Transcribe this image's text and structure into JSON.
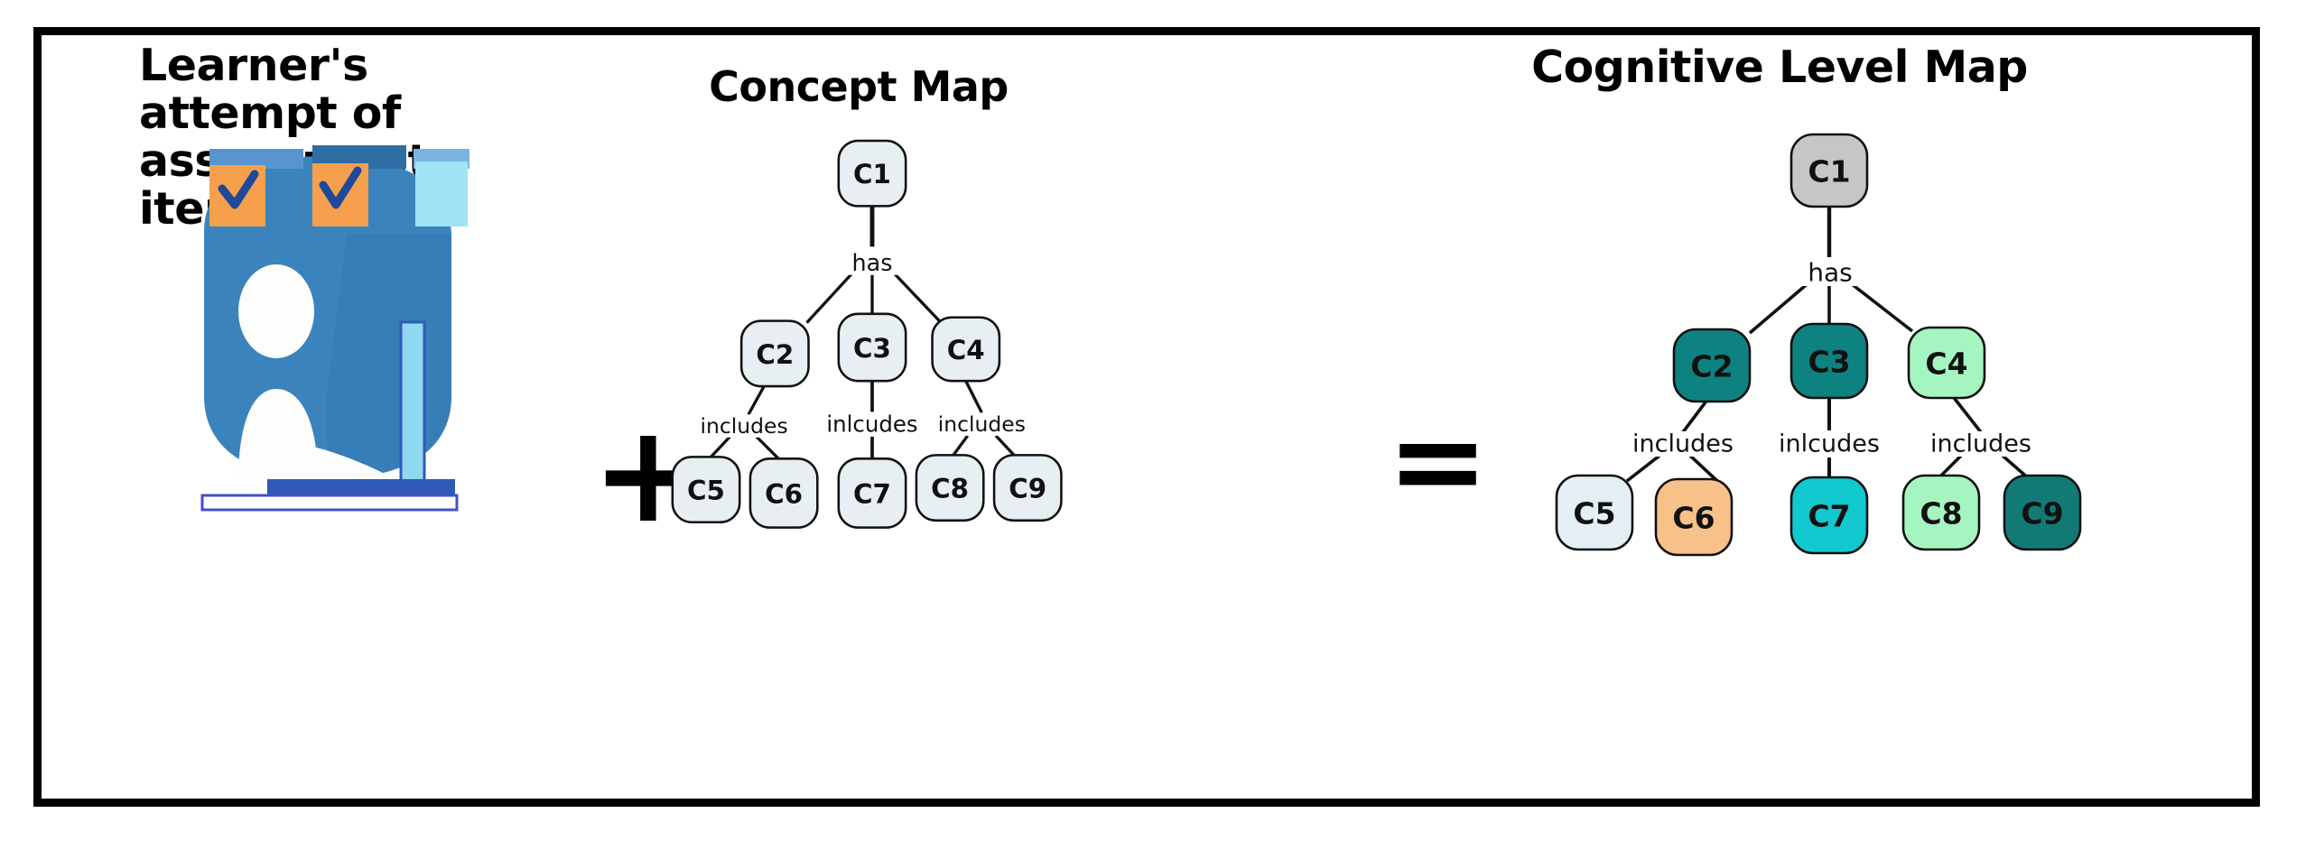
{
  "figure": {
    "panels": {
      "learner": {
        "title": "Learner's attempt of assessment items",
        "title_line1": "Learner's attempt of",
        "title_line2": "assessment items",
        "illustration": {
          "name": "learner-at-desk-illustration",
          "description": "Person seated at a desk in front of a blue circular backdrop with two orange answered checkbox cards and one blank light-blue card",
          "colors": {
            "backdrop": "#3b83bd",
            "backdrop_dark": "#2f6ea4",
            "card_answered": "#f6a04d",
            "card_blank": "#9fe4f5",
            "card_top_bar": "#5a94cf",
            "check_mark": "#1f4a9c",
            "person": "#fdfdfb",
            "monitor": "#8fd8ef",
            "desk": "#2f5bb7"
          }
        }
      },
      "concept_map": {
        "title": "Concept Map",
        "nodes": [
          {
            "id": "C1",
            "label": "C1",
            "fill": "#e7eff3"
          },
          {
            "id": "C2",
            "label": "C2",
            "fill": "#e7eff3"
          },
          {
            "id": "C3",
            "label": "C3",
            "fill": "#e7eff3"
          },
          {
            "id": "C4",
            "label": "C4",
            "fill": "#e7eff3"
          },
          {
            "id": "C5",
            "label": "C5",
            "fill": "#e7eff3"
          },
          {
            "id": "C6",
            "label": "C6",
            "fill": "#e7eff3"
          },
          {
            "id": "C7",
            "label": "C7",
            "fill": "#e7eff3"
          },
          {
            "id": "C8",
            "label": "C8",
            "fill": "#e7eff3"
          },
          {
            "id": "C9",
            "label": "C9",
            "fill": "#e7eff3"
          }
        ],
        "edge_labels": [
          {
            "id": "has",
            "text": "has",
            "from": "C1",
            "to": [
              "C2",
              "C3",
              "C4"
            ]
          },
          {
            "id": "includes-left",
            "text": "includes",
            "from": "C2",
            "to": [
              "C5",
              "C6"
            ]
          },
          {
            "id": "inlcudes-middle",
            "text": "inlcudes",
            "from": "C3",
            "to": [
              "C7"
            ]
          },
          {
            "id": "includes-right",
            "text": "includes",
            "from": "C4",
            "to": [
              "C8",
              "C9"
            ]
          }
        ]
      },
      "cognitive_level_map": {
        "title": "Cognitive Level Map",
        "nodes": [
          {
            "id": "C1",
            "label": "C1",
            "fill": "#c6c6c6"
          },
          {
            "id": "C2",
            "label": "C2",
            "fill": "#0e8181"
          },
          {
            "id": "C3",
            "label": "C3",
            "fill": "#0e8181"
          },
          {
            "id": "C4",
            "label": "C4",
            "fill": "#a5f5c1"
          },
          {
            "id": "C5",
            "label": "C5",
            "fill": "#e4eff3"
          },
          {
            "id": "C6",
            "label": "C6",
            "fill": "#f8c18a"
          },
          {
            "id": "C7",
            "label": "C7",
            "fill": "#10c8cd"
          },
          {
            "id": "C8",
            "label": "C8",
            "fill": "#a5f5c1"
          },
          {
            "id": "C9",
            "label": "C9",
            "fill": "#117a75"
          }
        ],
        "edge_labels": [
          {
            "id": "has",
            "text": "has",
            "from": "C1",
            "to": [
              "C2",
              "C3",
              "C4"
            ]
          },
          {
            "id": "includes-left",
            "text": "includes",
            "from": "C2",
            "to": [
              "C5",
              "C6"
            ]
          },
          {
            "id": "inlcudes-middle",
            "text": "inlcudes",
            "from": "C3",
            "to": [
              "C7"
            ]
          },
          {
            "id": "includes-right",
            "text": "includes",
            "from": "C4",
            "to": [
              "C8",
              "C9"
            ]
          }
        ]
      }
    },
    "operators": {
      "plus": "+",
      "equals": "="
    },
    "colors": {
      "frame_border": "#000000",
      "background": "#ffffff",
      "node_stroke": "#111111",
      "text": "#000000"
    }
  }
}
